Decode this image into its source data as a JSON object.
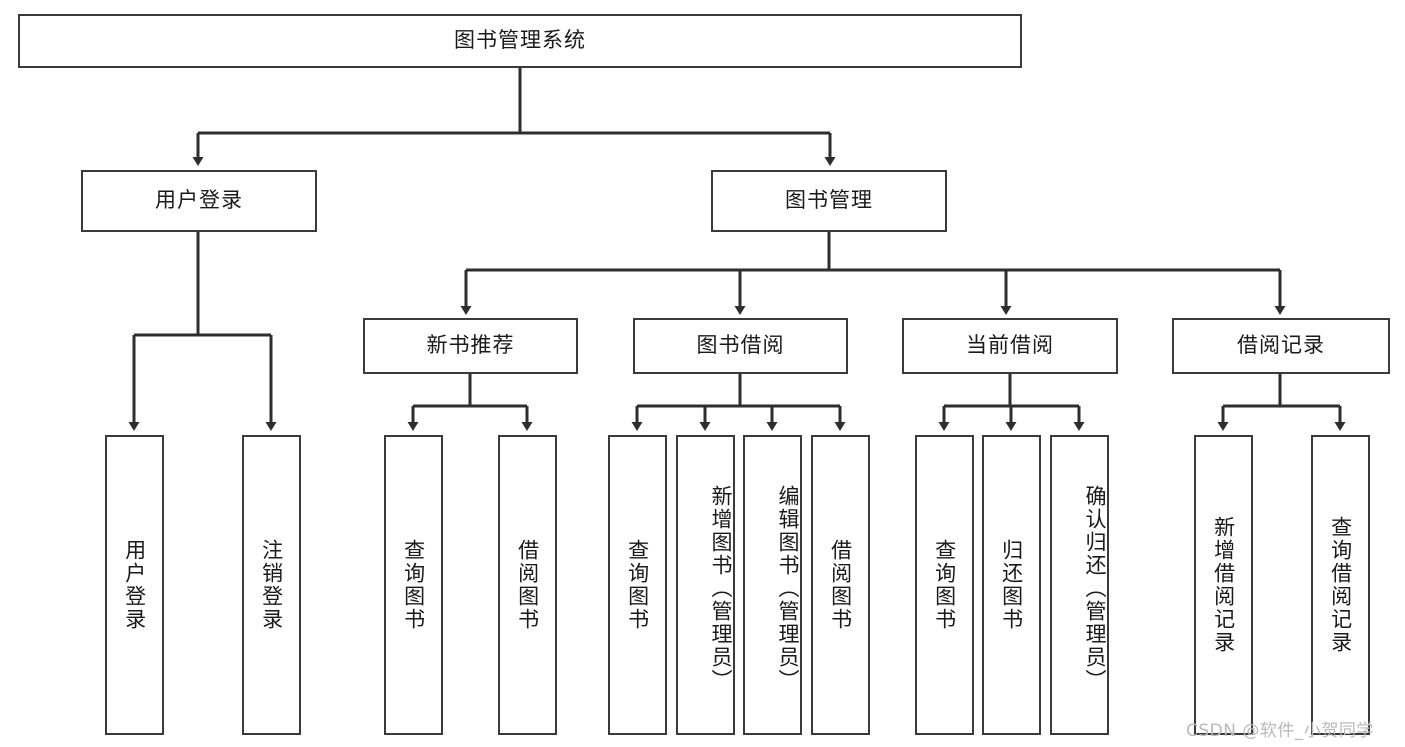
{
  "diagram": {
    "title": "图书管理系统",
    "type": "tree-hierarchy",
    "root": {
      "id": "root",
      "label": "图书管理系统"
    },
    "level2": [
      {
        "id": "user-login",
        "label": "用户登录"
      },
      {
        "id": "book-manage",
        "label": "图书管理"
      }
    ],
    "level3": [
      {
        "id": "new-book-recommend",
        "label": "新书推荐",
        "parent": "book-manage"
      },
      {
        "id": "book-borrow",
        "label": "图书借阅",
        "parent": "book-manage"
      },
      {
        "id": "current-borrow",
        "label": "当前借阅",
        "parent": "book-manage"
      },
      {
        "id": "borrow-record",
        "label": "借阅记录",
        "parent": "book-manage"
      }
    ],
    "leaves": [
      {
        "id": "leaf-user-login",
        "label": "用户登录",
        "parent": "user-login"
      },
      {
        "id": "leaf-logout-login",
        "label": "注销登录",
        "parent": "user-login"
      },
      {
        "id": "leaf-query-book-1",
        "label": "查询图书",
        "parent": "new-book-recommend"
      },
      {
        "id": "leaf-borrow-book-1",
        "label": "借阅图书",
        "parent": "new-book-recommend"
      },
      {
        "id": "leaf-query-book-2",
        "label": "查询图书",
        "parent": "book-borrow"
      },
      {
        "id": "leaf-add-book",
        "label": "新增图书（管理员）",
        "parent": "book-borrow"
      },
      {
        "id": "leaf-edit-book",
        "label": "编辑图书（管理员）",
        "parent": "book-borrow"
      },
      {
        "id": "leaf-borrow-book-2",
        "label": "借阅图书",
        "parent": "book-borrow"
      },
      {
        "id": "leaf-query-book-3",
        "label": "查询图书",
        "parent": "current-borrow"
      },
      {
        "id": "leaf-return-book",
        "label": "归还图书",
        "parent": "current-borrow"
      },
      {
        "id": "leaf-confirm-return",
        "label": "确认归还（管理员）",
        "parent": "current-borrow"
      },
      {
        "id": "leaf-add-record",
        "label": "新增借阅记录",
        "parent": "borrow-record"
      },
      {
        "id": "leaf-query-record",
        "label": "查询借阅记录",
        "parent": "borrow-record"
      }
    ],
    "watermark": "CSDN @软件_小贺同学",
    "colors": {
      "stroke": "#3a3a3a",
      "text": "#1a1a1a",
      "background": "#ffffff",
      "watermark": "#b9b9b9"
    }
  }
}
